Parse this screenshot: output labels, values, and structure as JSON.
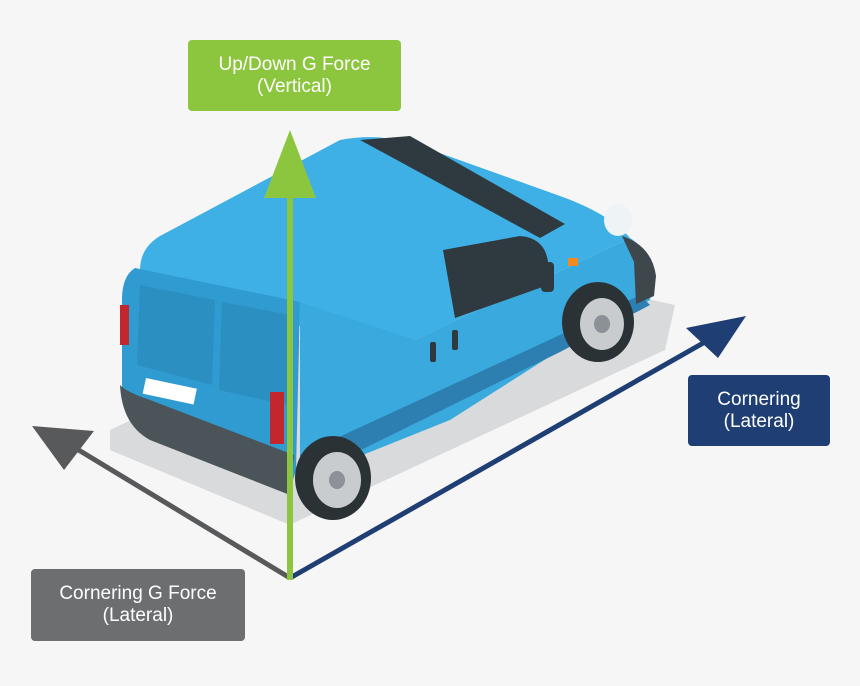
{
  "labels": {
    "vertical": {
      "line1": "Up/Down G Force",
      "line2": "(Vertical)"
    },
    "lateral_right": {
      "line1": "Cornering",
      "line2": "(Lateral)"
    },
    "lateral_left": {
      "line1": "Cornering G Force",
      "line2": "(Lateral)"
    }
  },
  "colors": {
    "vertical_axis": "#8cc63f",
    "right_axis": "#1f3e73",
    "left_axis": "#58595b",
    "van_body": "#3aa9de",
    "van_dark": "#2b8fc2",
    "background": "#f6f6f7"
  },
  "icons": {
    "vehicle": "van-icon"
  }
}
